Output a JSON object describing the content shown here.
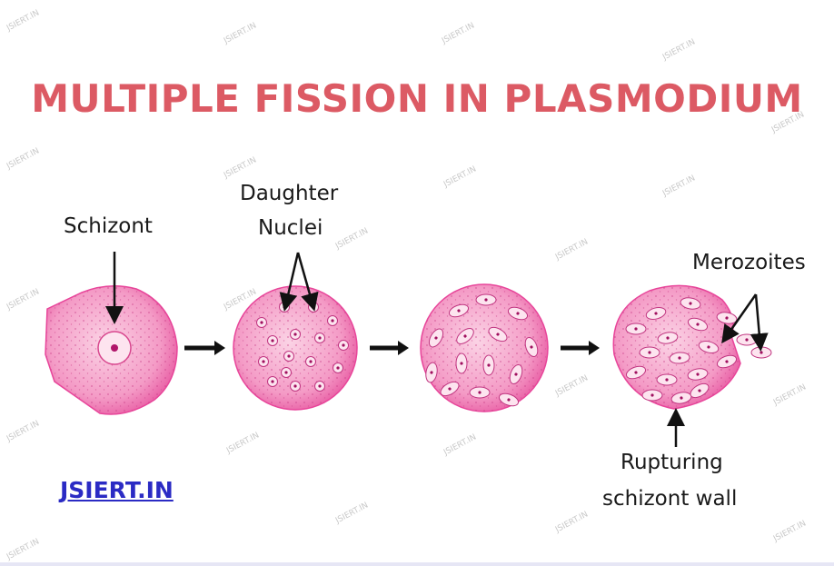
{
  "title": "MULTIPLE FISSION IN PLASMODIUM",
  "labels": {
    "schizont": "Schizont",
    "daughter_nuclei_line1": "Daughter",
    "daughter_nuclei_line2": "Nuclei",
    "merozoites": "Merozoites",
    "rupturing_line1": "Rupturing",
    "rupturing_line2": "schizont wall"
  },
  "site_link": "JSIERT.IN",
  "watermark": "JSIERT.IN",
  "colors": {
    "title": "#dc5a64",
    "cell_fill": "#f2a0c8",
    "cell_edge": "#e8459a",
    "link": "#2b2bc4"
  }
}
